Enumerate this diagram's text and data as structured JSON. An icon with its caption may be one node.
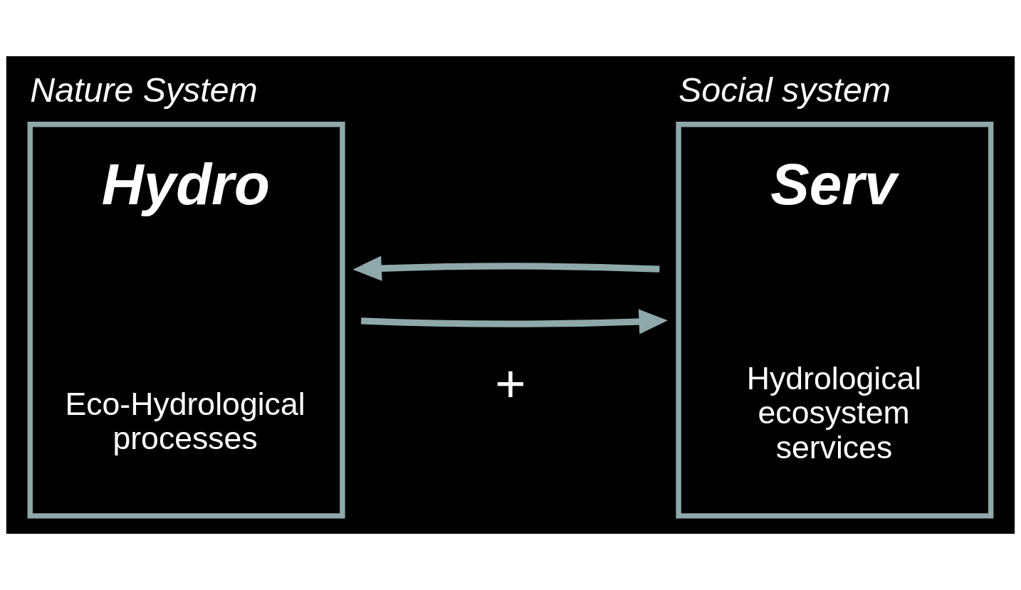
{
  "diagram": {
    "nodes": [
      {
        "text": [
          "Nature System",
          "Hydro",
          "Eco-Hydrological processes"
        ]
      },
      {
        "text": [
          "Social system",
          "Serv",
          "Hydrological ecosystem services"
        ]
      }
    ],
    "edges": [
      {
        "from": 0,
        "to": 1,
        "arrow": "to"
      },
      {
        "from": 1,
        "to": 0,
        "arrow": "to"
      }
    ],
    "labels": [
      "+"
    ]
  }
}
